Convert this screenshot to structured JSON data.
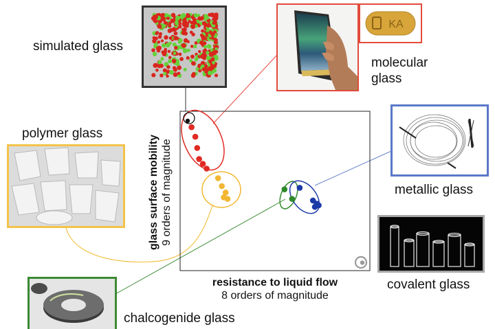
{
  "labels": {
    "simulated": "simulated glass",
    "molecular": "molecular glass",
    "polymer": "polymer glass",
    "metallic": "metallic glass",
    "covalent": "covalent glass",
    "chalcogenide": "chalcogenide glass"
  },
  "pill_text": "KA",
  "axes": {
    "x_title": "resistance to liquid flow",
    "x_sub": "8 orders of magnitude",
    "y_title": "glass surface mobility",
    "y_sub": "9 orders of magnitude"
  },
  "colors": {
    "simulated": "#111111",
    "molecular": "#e02a23",
    "polymer": "#f2b732",
    "metallic": "#1c39a8",
    "chalcogenide": "#2f8a2a",
    "covalent": "#9a9a9a",
    "polymer_frame": "#f3c34a",
    "metallic_frame": "#5a78c8",
    "chalcogenide_frame": "#3c8a34",
    "covalent_frame": "#a8a8a8"
  },
  "groups": [
    {
      "name": "simulated",
      "points": [
        [
          0.04,
          0.94
        ]
      ]
    },
    {
      "name": "molecular",
      "points": [
        [
          0.06,
          0.9
        ],
        [
          0.08,
          0.84
        ],
        [
          0.09,
          0.77
        ],
        [
          0.1,
          0.7
        ],
        [
          0.12,
          0.67
        ],
        [
          0.14,
          0.64
        ]
      ]
    },
    {
      "name": "polymer",
      "points": [
        [
          0.2,
          0.58
        ],
        [
          0.22,
          0.53
        ],
        [
          0.24,
          0.49
        ],
        [
          0.23,
          0.46
        ],
        [
          0.25,
          0.45
        ]
      ]
    },
    {
      "name": "chalcogenide",
      "points": [
        [
          0.55,
          0.51
        ],
        [
          0.59,
          0.45
        ]
      ]
    },
    {
      "name": "metallic",
      "points": [
        [
          0.63,
          0.52
        ],
        [
          0.7,
          0.44
        ],
        [
          0.72,
          0.42
        ],
        [
          0.71,
          0.4
        ],
        [
          0.73,
          0.41
        ]
      ]
    },
    {
      "name": "covalent",
      "points": [
        [
          0.96,
          0.05
        ]
      ]
    }
  ]
}
